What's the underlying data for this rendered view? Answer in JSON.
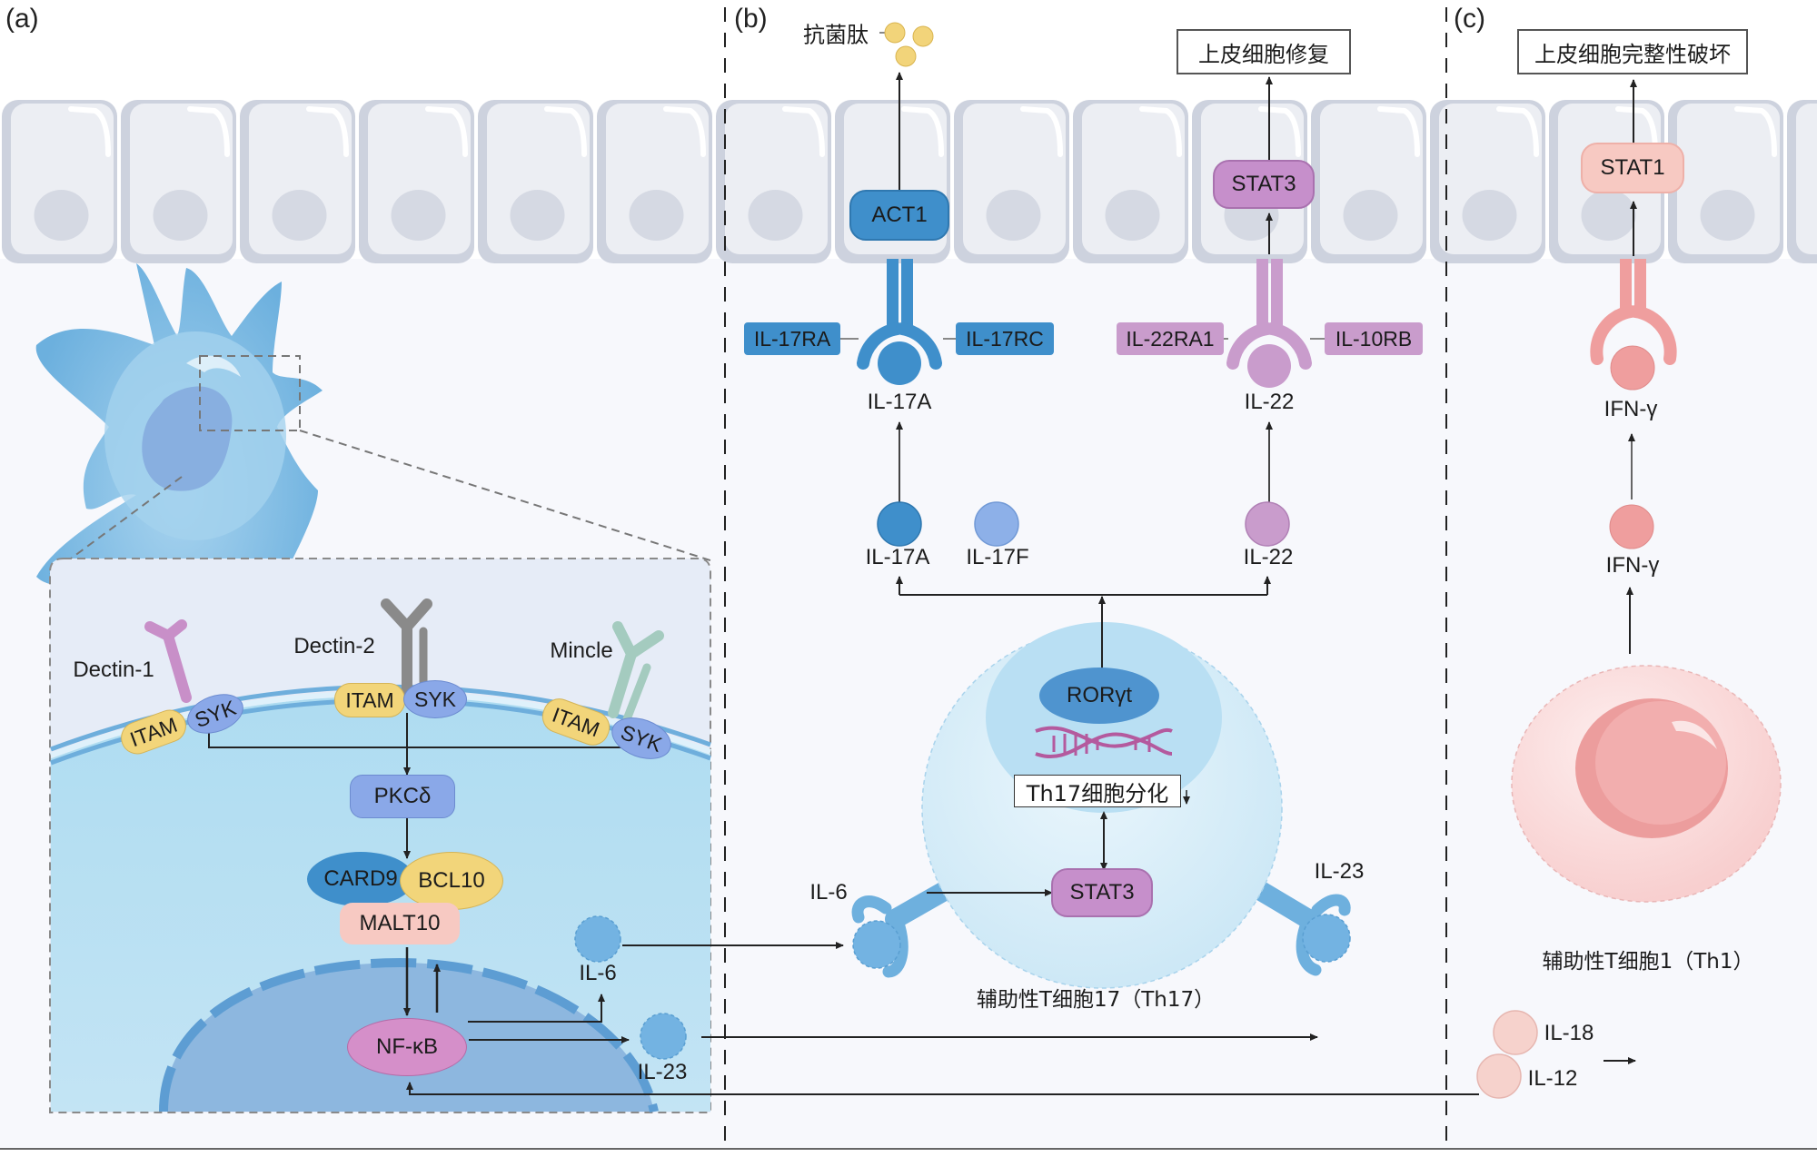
{
  "figure": {
    "panels": [
      {
        "id": "a",
        "label": "(a)"
      },
      {
        "id": "b",
        "label": "(b)"
      },
      {
        "id": "c",
        "label": "(c)"
      }
    ],
    "colors": {
      "epithelium": "#e9ecf2",
      "epithelium_shade": "#cdd2de",
      "dendritic_cell": "#6fb3e0",
      "cytoplasm": "#bfe0f2",
      "nucleus": "#8fb8e0",
      "il17_blue": "#3f8fcb",
      "il17f_blue": "#8db0e8",
      "il22_purple": "#c99ccc",
      "stat_purple": "#c68fcb",
      "ifn_pink": "#ef9e9e",
      "stat1_pink": "#f7c9c2",
      "itam_yellow": "#f2d57a",
      "syk_blue": "#8aa8e8",
      "th17_cell": "#d6eef9",
      "th1_cell": "#fbd7d7"
    }
  },
  "panel_a": {
    "receptors": [
      {
        "name": "Dectin-1",
        "adapter": "ITAM",
        "kinase": "SYK"
      },
      {
        "name": "Dectin-2",
        "adapter": "ITAM",
        "kinase": "SYK"
      },
      {
        "name": "Mincle",
        "adapter": "ITAM",
        "kinase": "SYK"
      }
    ],
    "pathway": {
      "pkc": "PKCδ",
      "card9": "CARD9",
      "bcl10": "BCL10",
      "malt": "MALT10",
      "nfkb": "NF-κB"
    },
    "outputs": {
      "il6": "IL-6",
      "il23": "IL-23"
    }
  },
  "panel_b": {
    "antimicrobial_peptide": "抗菌肽",
    "epithelial_repair": "上皮细胞修复",
    "act1": "ACT1",
    "stat3_epi": "STAT3",
    "il17_receptors": {
      "left": "IL-17RA",
      "right": "IL-17RC",
      "ligand": "IL-17A"
    },
    "il22_receptors": {
      "left": "IL-22RA1",
      "right": "IL-10RB",
      "ligand": "IL-22"
    },
    "secreted": {
      "il17a": "IL-17A",
      "il17f": "IL-17F",
      "il22": "IL-22"
    },
    "th17": {
      "rorgt": "RORγt",
      "differentiation": "Th17细胞分化",
      "stat3": "STAT3",
      "il6_receptor": "IL-6",
      "il23_receptor": "IL-23",
      "cell_label": "辅助性T细胞17（Th17）"
    }
  },
  "panel_c": {
    "integrity_damage": "上皮细胞完整性破坏",
    "stat1": "STAT1",
    "ifng_bound": "IFN-γ",
    "ifng_secreted": "IFN-γ",
    "cell_label": "辅助性T细胞1（Th1）",
    "il18": "IL-18",
    "il12": "IL-12"
  }
}
